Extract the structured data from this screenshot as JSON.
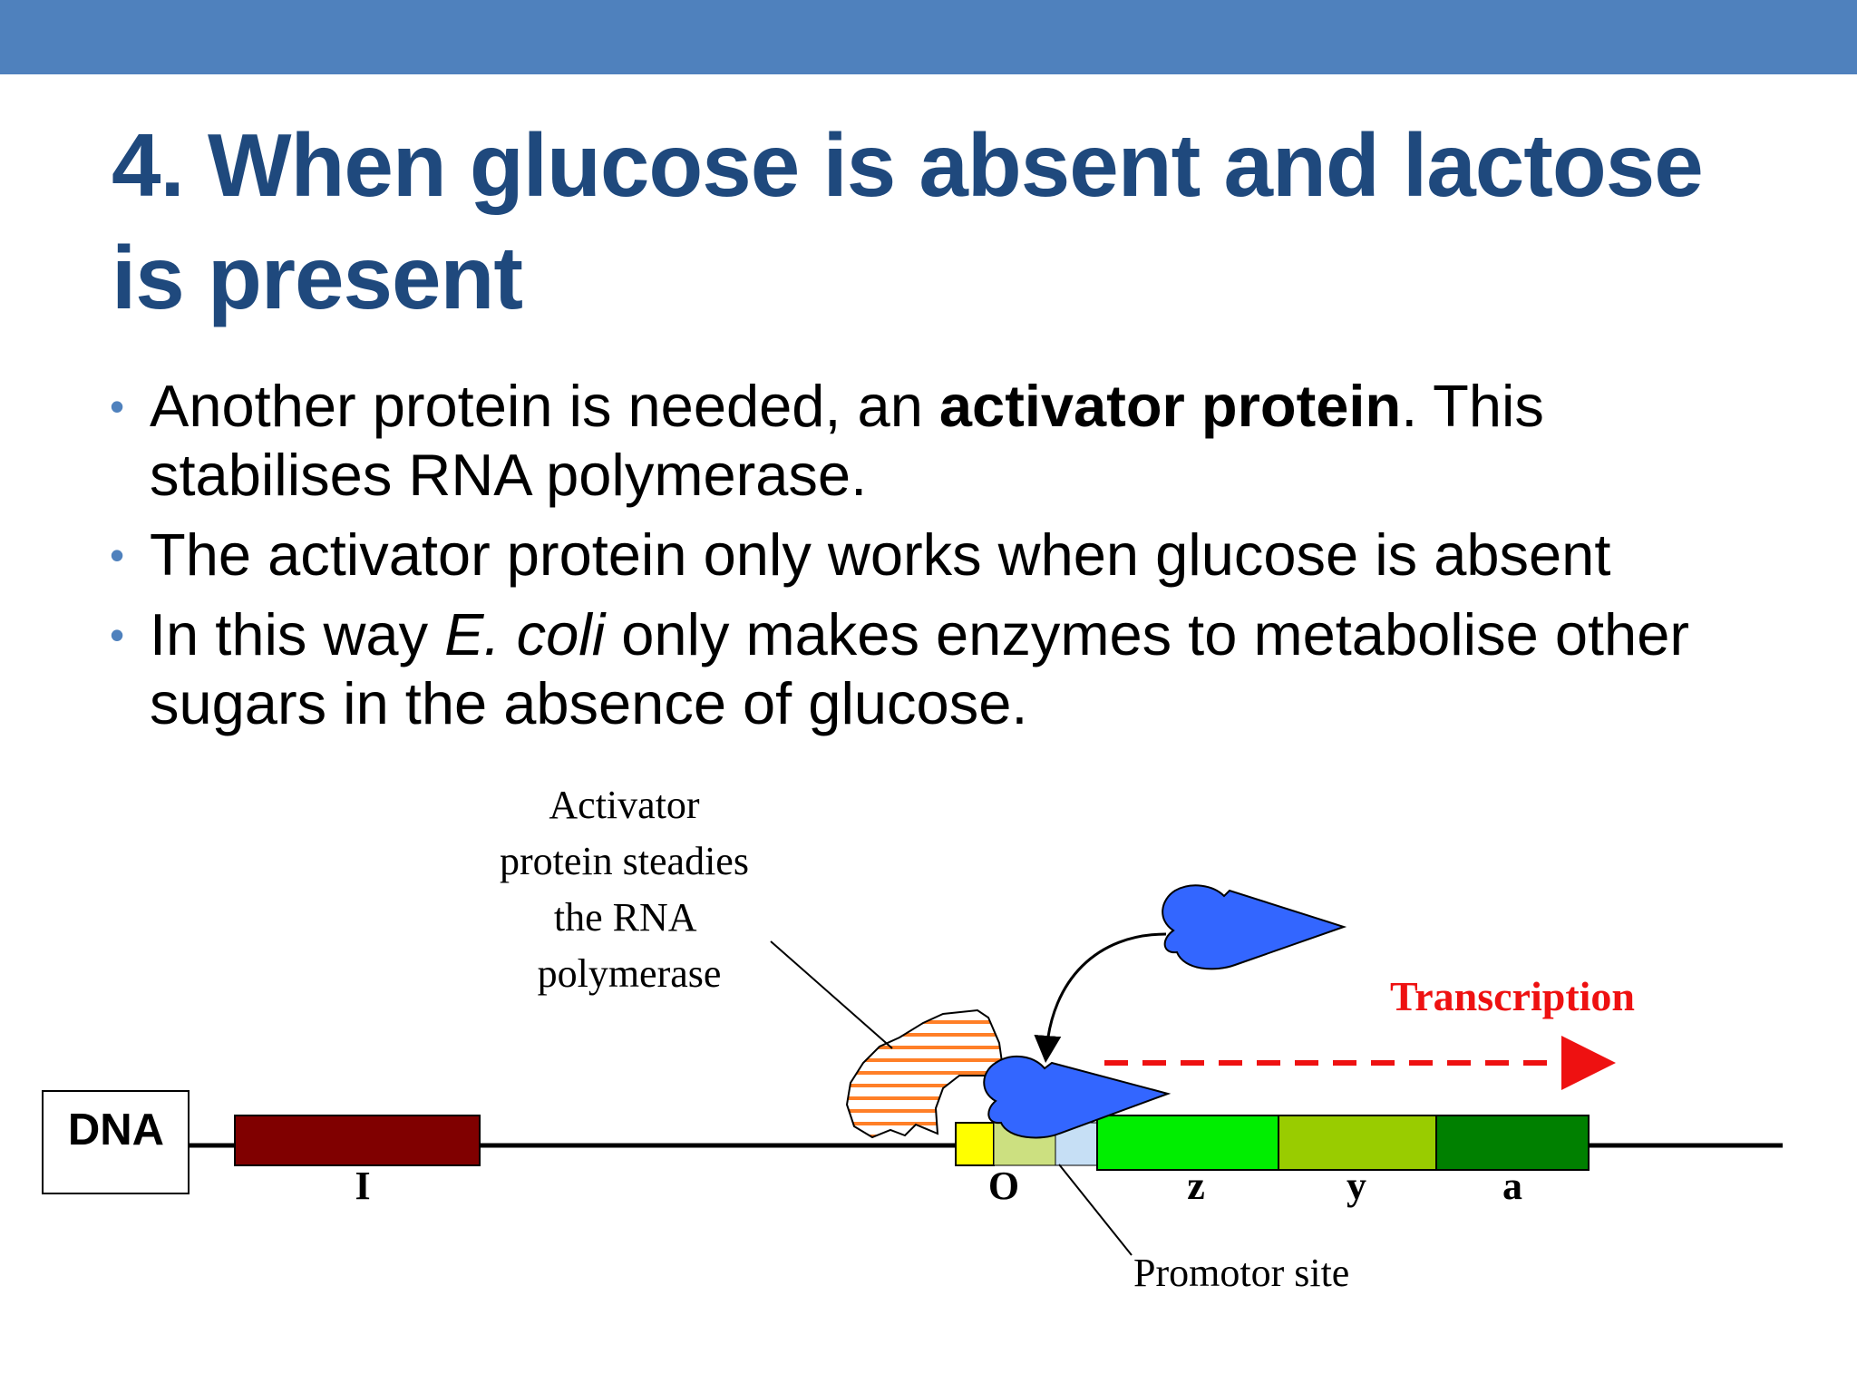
{
  "slide": {
    "title": "4. When glucose is absent and lactose is present",
    "bullets": [
      {
        "parts": [
          {
            "text": "Another protein is needed, an ",
            "style": "normal"
          },
          {
            "text": "activator protein",
            "style": "bold"
          },
          {
            "text": ". This stabilises RNA polymerase.",
            "style": "normal"
          }
        ]
      },
      {
        "parts": [
          {
            "text": "The activator protein only works when glucose is absent",
            "style": "normal"
          }
        ]
      },
      {
        "parts": [
          {
            "text": "In this way ",
            "style": "normal"
          },
          {
            "text": "E. coli",
            "style": "italic"
          },
          {
            "text": " only makes enzymes to metabolise other sugars in the absence of glucose.",
            "style": "normal"
          }
        ]
      }
    ]
  },
  "diagram": {
    "dna_label": "DNA",
    "activator_caption": [
      "Activator",
      "protein steadies",
      "the RNA",
      "polymerase"
    ],
    "transcription_label": "Transcription",
    "gene_labels": {
      "i": "I",
      "o": "O",
      "z": "z",
      "y": "y",
      "a": "a"
    },
    "promotor_label": "Promotor site",
    "colors": {
      "header_bar": "#4f81bd",
      "title": "#1f497d",
      "regulator_gene": "#800000",
      "promoter_yellow": "#ffff00",
      "operator": "#cce080",
      "promoter_blue": "#c6dff5",
      "gene_z": "#00ee00",
      "gene_y": "#99cc00",
      "gene_a": "#008000",
      "polymerase": "#3366ff",
      "activator": "#ff7f27",
      "transcription": "#ee1111"
    }
  }
}
